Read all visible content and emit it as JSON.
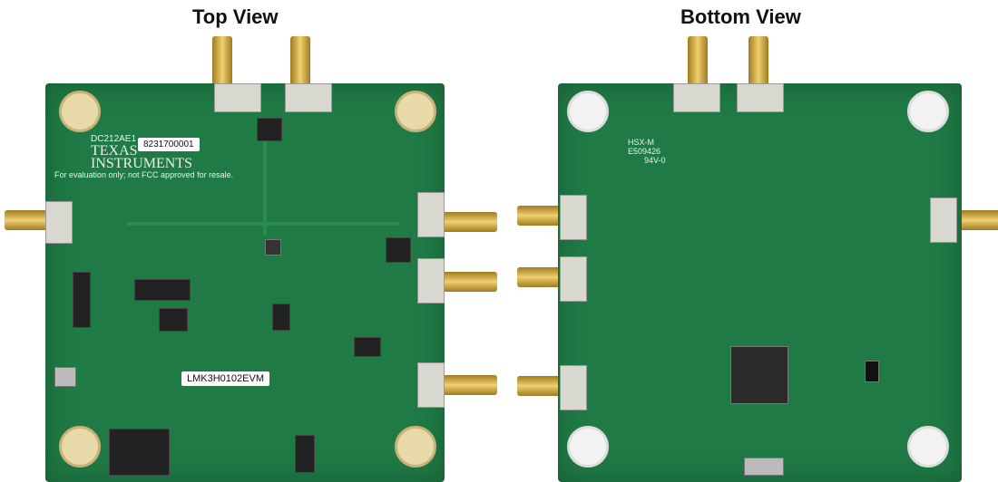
{
  "titles": {
    "top": "Top View",
    "bottom": "Bottom View"
  },
  "top_board": {
    "part": "DC212AE1",
    "serial": "8231700001",
    "logo": "TEXAS INSTRUMENTS",
    "notice": "For evaluation only; not FCC approved for resale.",
    "board_name": "LMK3H0102EVM"
  },
  "bottom_board": {
    "marking1": "HSX-M",
    "marking2": "E509426",
    "marking3": "94V-0"
  },
  "colors": {
    "pcb": "#1f7a45",
    "gold": "#d4af37"
  }
}
